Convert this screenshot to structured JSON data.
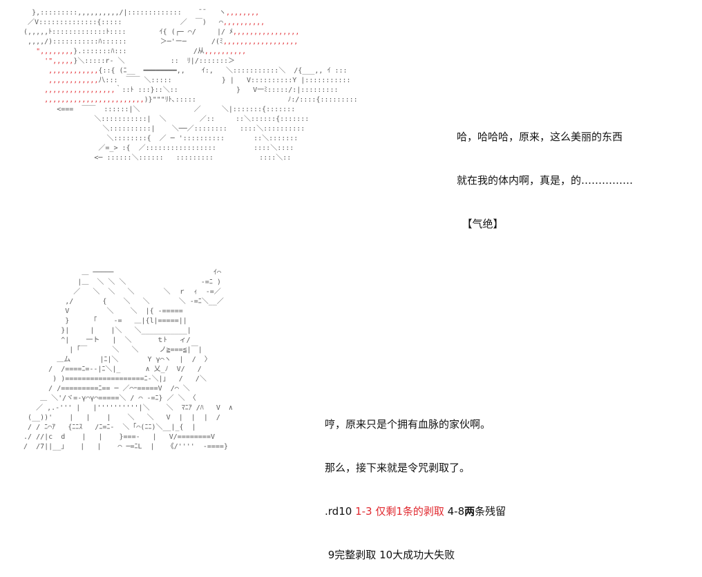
{
  "art": {
    "top": {
      "lines": [
        {
          "gray": "    },:::::::::,,,,,,,,,,/|:::::::::::::    ̄ ̄    ヽ",
          "red": ",,,,,,,,"
        },
        {
          "gray": "   ／V::::::::::::::{:::::              ／  ￣)   ⌒",
          "red": ",,,,,,,,,,"
        },
        {
          "gray": "  (,,,,,ﾄ:::::::::::::ﾄ::::        ｲ{ (┌─ ⌒/     |/ ﾒ",
          "red": ",,,,,,,,,,,,,,,,"
        },
        {
          "gray": "   ,,,,/):::::::::::ﾊ::::::        ＞─'ー─      /(ﾐ",
          "red": ",,,,,,,,,,,,,,,,,,"
        },
        {
          "gray": "     ",
          "red": "\",,,,,,,,",
          "gray2": "}.:::::::ﾊ:::                /从",
          "red2": ",,,,,,,,,,"
        },
        {
          "gray": "       ",
          "red": "'\",,,,,",
          "gray2": "}＼:::::r- ＼           ::  ﾘ|/:::::::＞"
        },
        {
          "gray": "        ",
          "red": ",,,,,,,,,,,,",
          "gray2": "{::{ (ﾆ__  ━━━━━━━━,,    ｲ:,   ＼:::::::::::＼  /{___,, ｲ :::"
        },
        {
          "gray": "        ",
          "red": ",,,,,,,,,,,,",
          "gray2": "八:::  ￣￣ ＼:::::            } |   V::::::::::Y |:::::::::::"
        },
        {
          "gray": "       ",
          "red": ",,,,,,,,,,,,,,,,,",
          "gray2": "｀::ﾄ :::}::＼::              }   V一ﾐ:::::/:|:::::::::"
        },
        {
          "gray": "       ",
          "red": ",,,,,,,,,,,,,,,,,,,,,,,,",
          "gray2": ")}\"\"\"ﾘﾄ､:::::                      ﾉ:/::::{:::::::::"
        },
        {
          "gray": "          <===  ￣￣  ::::::|＼             ／     ＼|:::::::{:::::::"
        },
        {
          "gray": "                   ＼:::::::::::|  ＼        ／::     ::＼::::::{:::::::"
        },
        {
          "gray": "                     ＼::::::::::|    ＼──／::::::::   ::::＼::::::::::"
        },
        {
          "gray": "                      ＼::::::::{  ／ ─ '::::::::::       ::＼:::::::"
        },
        {
          "gray": "                    ／=_> :{  ／:::::::::::::::::         ::::＼::::"
        },
        {
          "gray": "                   <─ ::::::＼::::::   :::::::::           ::::＼::"
        }
      ]
    },
    "bottom": {
      "lines": [
        {
          "gray": "                ＿ ─────                        ｲ⌒"
        },
        {
          "gray": "               |＿  ＼ ＼ ＼                  -=ﾆ )"
        },
        {
          "gray": "              ／   ＼  ＼   ＼       ＼  ｒ  ｨ  -=／"
        },
        {
          "gray": "            ,/       {    ＼   ＼       ＼ -=ﾆ＼__／"
        },
        {
          "gray": "            V         ＼    ＼  |{ -====="
        },
        {
          "gray": "            }     「    -=   ＿|{l|=====||"
        },
        {
          "gray": "           }|     |    |＼   ＼___________|"
        },
        {
          "gray": "           ^|    一ト   |  ＼      ｔﾄ   ィ/"
        },
        {
          "gray": "             |「￣      ＼   ＼     ノ≧===≦|￣|"
        },
        {
          "gray": "          ＿ム       |ﾆ|＼       Y γ⌒ヽ  |  /  〉"
        },
        {
          "gray": "        /  /====ﾆ=--|ﾆ＼|_      ∧ 乂_ﾉ  V/   /"
        },
        {
          "gray": "         ) )===================ﾆ-＼|｣   /   /＼"
        },
        {
          "gray": "        / /=========ﾆ== ─ ／⌒ｰ=====V  /⌒ ＼"
        },
        {
          "gray": "      ＿ ＼'/ヾ=-γ⌒γ⌒=====＼ / ⌒ -=ﾆ} ／ ＼ 〈"
        },
        {
          "gray": "     ／ ,.-''' |   |''''''''''|＼    ＼  ﾏﾆｱ /ﾊ   V  ∧"
        },
        {
          "gray": "   (__))'    |   |    |    ＼   ＼   V  |  |  |  /"
        },
        {
          "gray": "   / / ﾆ⌒ｱ   {ﾆﾆｽ   /ﾆ=ﾆ-  ＼「⌒(ﾆﾆ)＼__|_{  |"
        },
        {
          "gray": "  ./ //|c  d    |   |    }===-   |   V/========V"
        },
        {
          "gray": "  /  /7||__」   |   |    ⌒ ─=ﾆL  |   《/''''  -====}"
        }
      ]
    }
  },
  "dialog1": {
    "lines": [
      "哈，哈哈哈，原来，这么美丽的东西",
      "就在我的体内啊，真是，的……………",
      "　【气绝】"
    ]
  },
  "dialog2": {
    "line1": "哼，原来只是个拥有血脉的家伙啊。",
    "line2": "那么，接下来就是令咒剥取了。",
    "line3": {
      "prefix": ".rd10 ",
      "highlight": "1-3 仅剩1条的剥取",
      "mid": " 4-8",
      "bold": "两",
      "suffix": "条残留"
    },
    "line4": " 9完整剥取 10大成功大失败"
  },
  "colors": {
    "text": "#111111",
    "art_gray": "#5a5a5a",
    "accent_red": "#e0282e",
    "background": "#ffffff"
  }
}
